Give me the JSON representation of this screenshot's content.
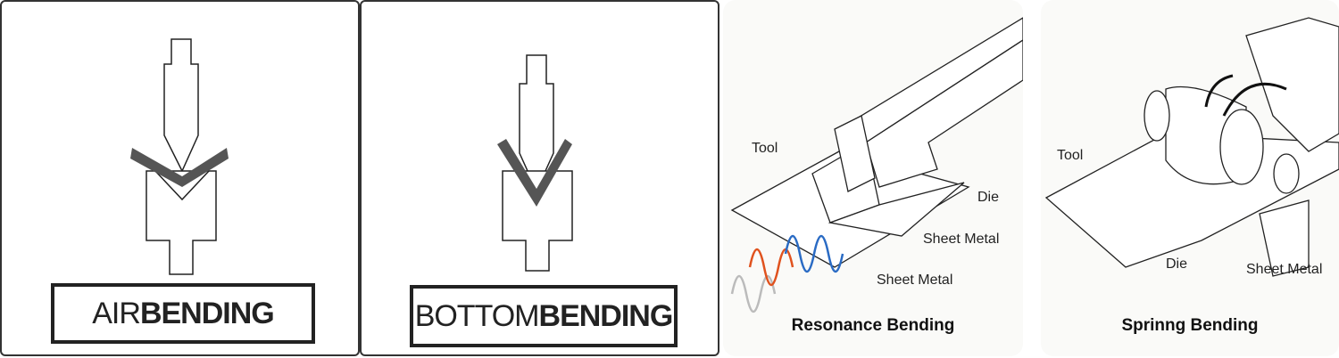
{
  "panels": [
    {
      "title_light": "AIR ",
      "title_bold": "BENDING"
    },
    {
      "title_light": "BOTTOM ",
      "title_bold": "BENDING"
    },
    {
      "caption": "Resonance Bending",
      "labels": {
        "tool": "Tool",
        "die": "Die",
        "sheet_metal_1": "Sheet Metal",
        "sheet_metal_2": "Sheet Metal"
      }
    },
    {
      "caption": "Sprinng Bending",
      "labels": {
        "tool": "Tool",
        "die": "Die",
        "sheet_metal": "Sheet Metal"
      }
    }
  ],
  "colors": {
    "sheet": "#555555",
    "wave_orange": "#e0521e",
    "wave_blue": "#2a6bc4"
  }
}
